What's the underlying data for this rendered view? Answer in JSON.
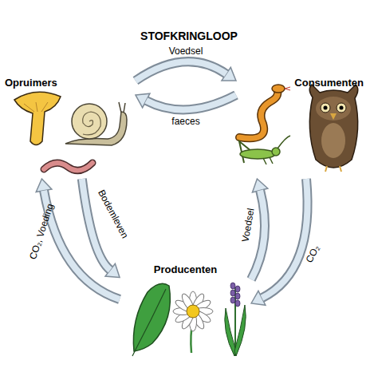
{
  "diagram": {
    "title": "STOFKRINGLOOP",
    "nodes": [
      {
        "text": [
          "Opruimers"
        ]
      },
      {
        "text": [
          "Consumenten"
        ]
      },
      {
        "text": [
          "Producenten"
        ]
      }
    ],
    "edges": [
      {
        "from": 0,
        "to": 1,
        "arrow": "to",
        "label": "Voedsel"
      },
      {
        "from": 1,
        "to": 0,
        "arrow": "to",
        "label": "faeces"
      },
      {
        "from": 0,
        "to": 2,
        "arrow": "to",
        "label": "Bodemleven"
      },
      {
        "from": 2,
        "to": 0,
        "arrow": "to",
        "label": "CO₂, Voeding"
      },
      {
        "from": 2,
        "to": 1,
        "arrow": "to",
        "label": "Voedsel"
      },
      {
        "from": 1,
        "to": 2,
        "arrow": "to",
        "label": "CO₂"
      }
    ]
  }
}
